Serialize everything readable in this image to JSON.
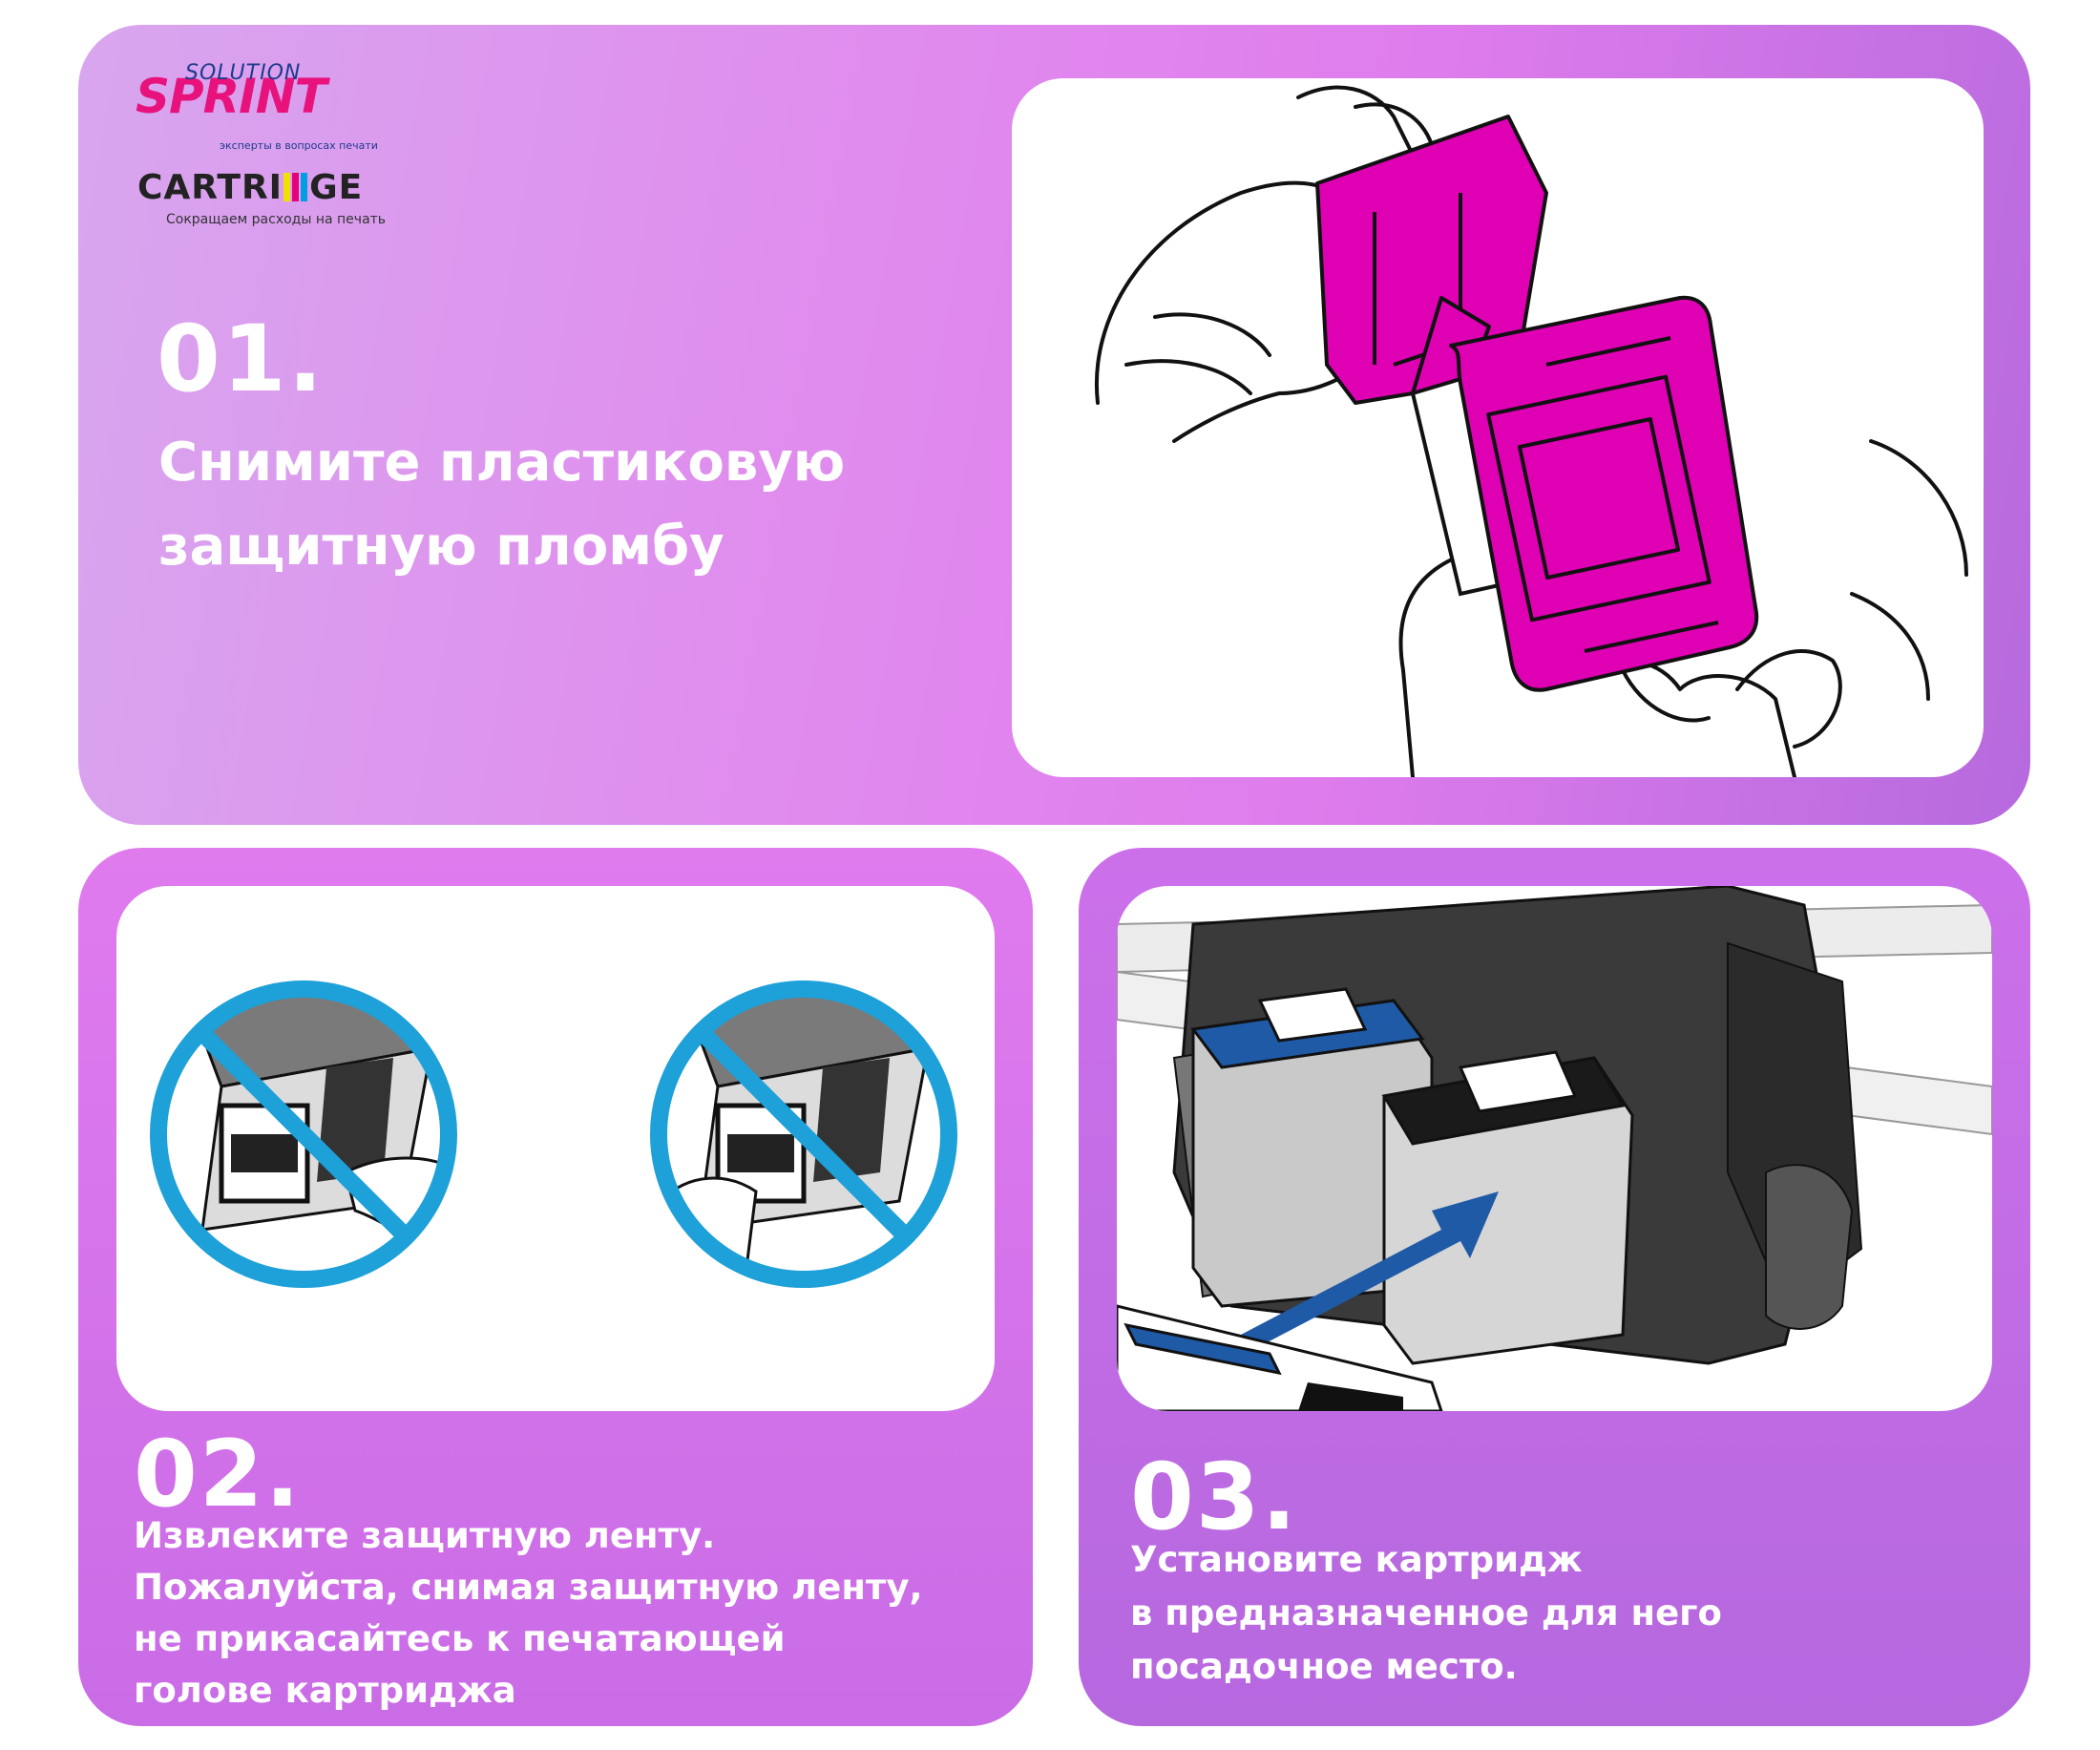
{
  "logo": {
    "solution": "SOLUTION",
    "sprint": "SPRINT",
    "sprint_tagline": "эксперты в вопросах печати",
    "cartridge_pre": "CARTRI",
    "cartridge_post": "GE",
    "cartridge_tagline": "Сокращаем расходы на печать"
  },
  "steps": [
    {
      "number": "01.",
      "lines": [
        "Снимите пластиковую",
        "защитную пломбу"
      ]
    },
    {
      "number": "02.",
      "lines": [
        "Извлеките защитную ленту.",
        "Пожалуйста, снимая защитную ленту,",
        "не прикасайтесь к печатающей",
        "голове картриджа"
      ]
    },
    {
      "number": "03.",
      "lines": [
        "Установите картридж",
        "в предназначенное для него",
        "посадочное место."
      ]
    }
  ],
  "colors": {
    "accent_magenta": "#e000b4",
    "prohibit_blue": "#1ea0d8",
    "arrow_blue": "#1f5aa6"
  }
}
